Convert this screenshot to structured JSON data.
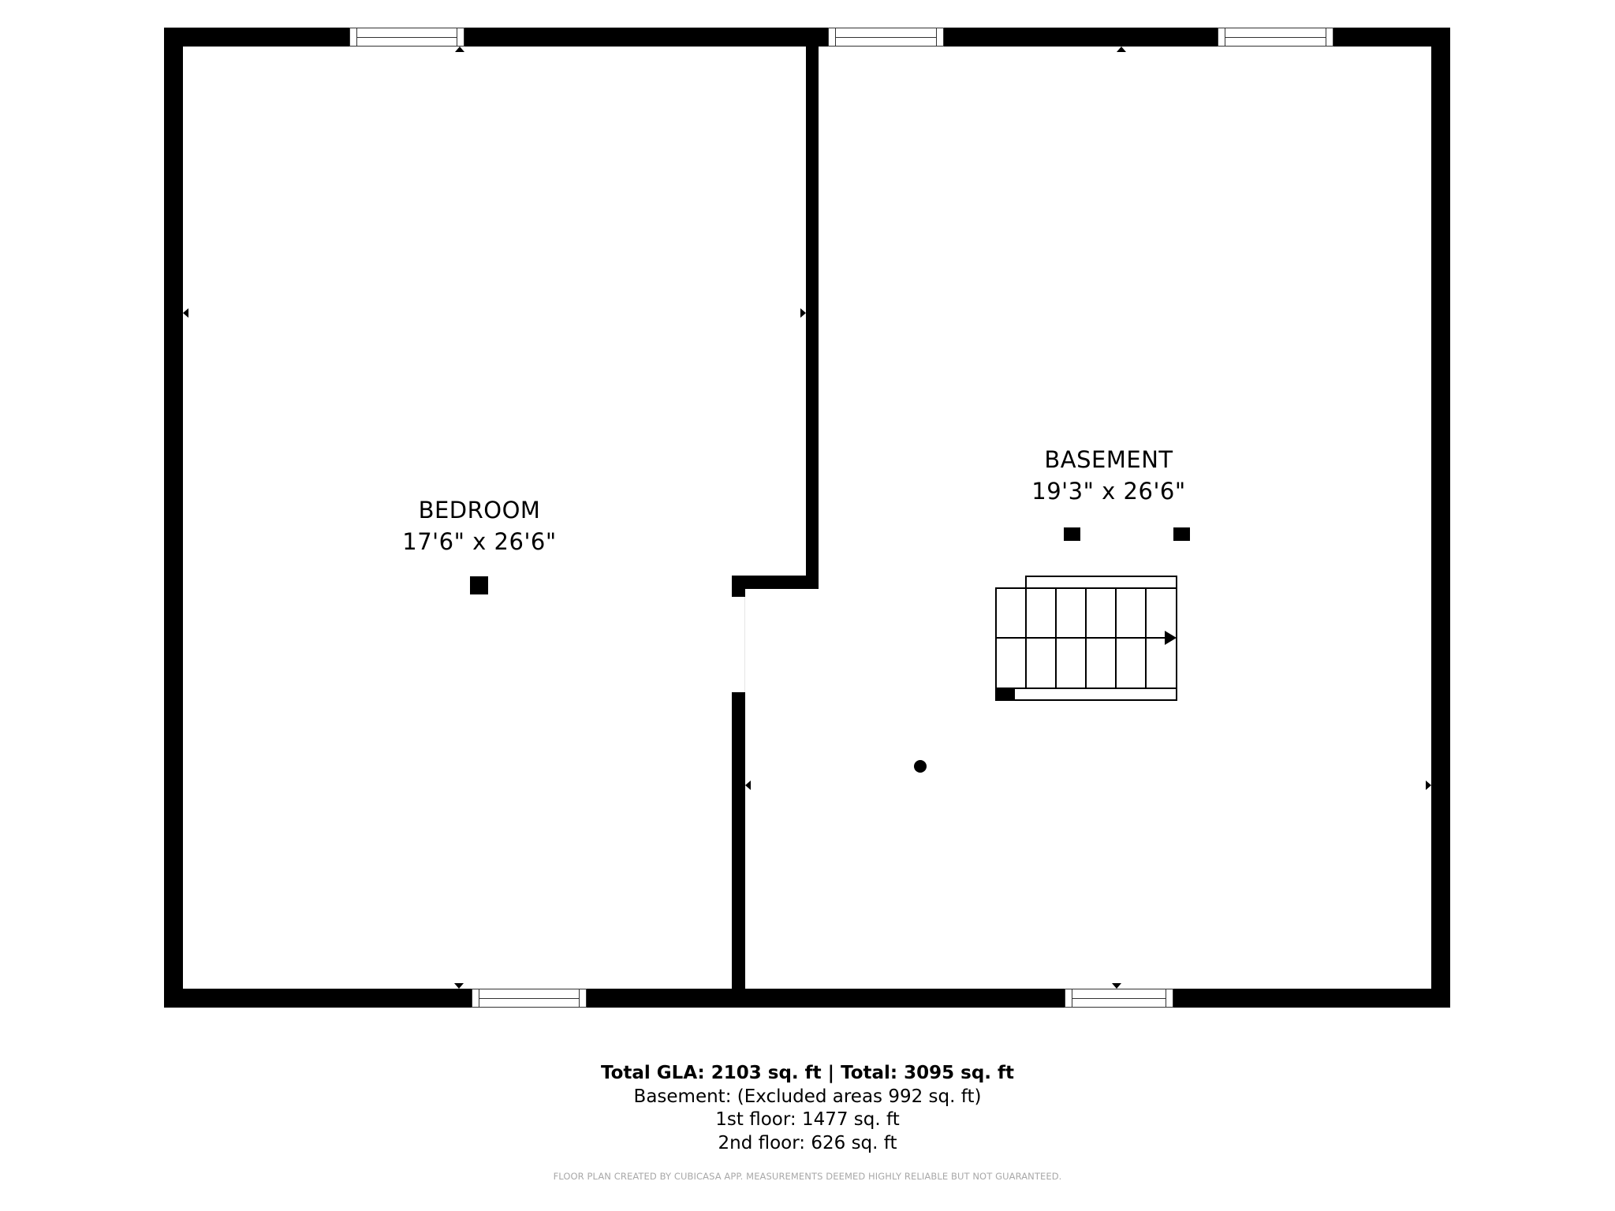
{
  "floorplan": {
    "rooms": [
      {
        "name": "BEDROOM",
        "dimensions": "17'6\" x 26'6\""
      },
      {
        "name": "BASEMENT",
        "dimensions": "19'3\" x 26'6\""
      }
    ],
    "colors": {
      "wall": "#000000",
      "background": "#ffffff",
      "disclaimer": "#a8a8a8"
    }
  },
  "summary": {
    "total_line": "Total GLA: 2103 sq. ft | Total: 3095 sq. ft",
    "basement_line": "Basement: (Excluded areas 992 sq. ft)",
    "first_floor_line": "1st floor: 1477 sq. ft",
    "second_floor_line": "2nd floor: 626 sq. ft"
  },
  "disclaimer": "FLOOR PLAN CREATED BY CUBICASA APP. MEASUREMENTS DEEMED HIGHLY RELIABLE BUT NOT GUARANTEED."
}
